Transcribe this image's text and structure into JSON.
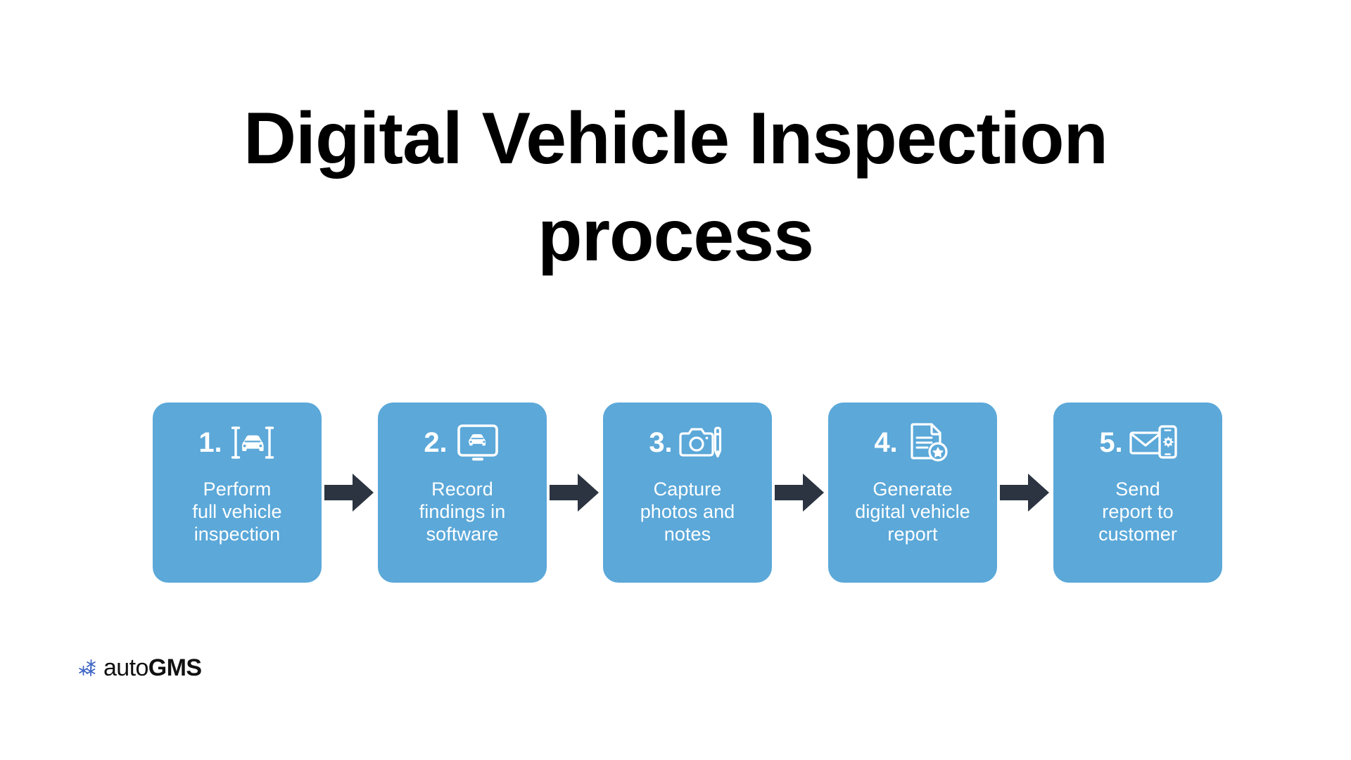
{
  "slide": {
    "title": "Digital Vehicle Inspection\nprocess",
    "background_color": "#ffffff",
    "title_color": "#000000",
    "card_color": "#5ba8d9",
    "arrow_color": "#2b3440",
    "card_text_color": "#ffffff"
  },
  "process": {
    "steps": [
      {
        "number": "1.",
        "icon": "car-on-lift-icon",
        "label": "Perform\nfull vehicle\ninspection"
      },
      {
        "number": "2.",
        "icon": "tablet-car-icon",
        "label": "Record\nfindings in\nsoftware"
      },
      {
        "number": "3.",
        "icon": "camera-pen-icon",
        "label": "Capture\nphotos and\nnotes"
      },
      {
        "number": "4.",
        "icon": "document-star-icon",
        "label": "Generate\ndigital vehicle\nreport"
      },
      {
        "number": "5.",
        "icon": "envelope-phone-icon",
        "label": "Send\nreport to\ncustomer"
      }
    ],
    "arrow_count": 4,
    "arrow_icon": "right-arrow-icon"
  },
  "logo": {
    "mark_icon": "snowflake-cluster-icon",
    "mark_color": "#3b63c4",
    "text_light": "auto",
    "text_bold": "GMS"
  }
}
